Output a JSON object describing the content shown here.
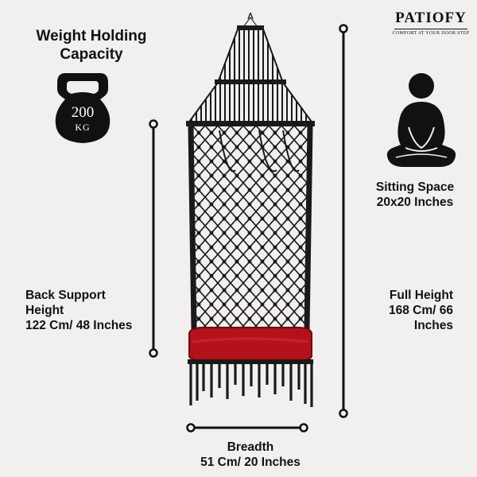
{
  "weight": {
    "title_line1": "Weight Holding",
    "title_line2": "Capacity",
    "value": "200",
    "unit": "KG",
    "icon": "kettlebell-icon"
  },
  "brand": {
    "name": "PATIOFY",
    "tagline": "COMFORT AT YOUR DOOR STEP"
  },
  "sitting": {
    "title": "Sitting Space",
    "value": "20x20 Inches",
    "icon": "meditating-person-icon"
  },
  "back_support": {
    "line1": "Back Support",
    "line2": "Height",
    "line3": "122 Cm/ 48 Inches"
  },
  "full_height": {
    "line1": "Full Height",
    "line2": "168 Cm/ 66",
    "line3": "Inches"
  },
  "breadth": {
    "line1": "Breadth",
    "line2": "51 Cm/ 20 Inches"
  },
  "colors": {
    "background": "#f2f0ee",
    "rope": "#1a1a1a",
    "cushion": "#b3111b"
  }
}
